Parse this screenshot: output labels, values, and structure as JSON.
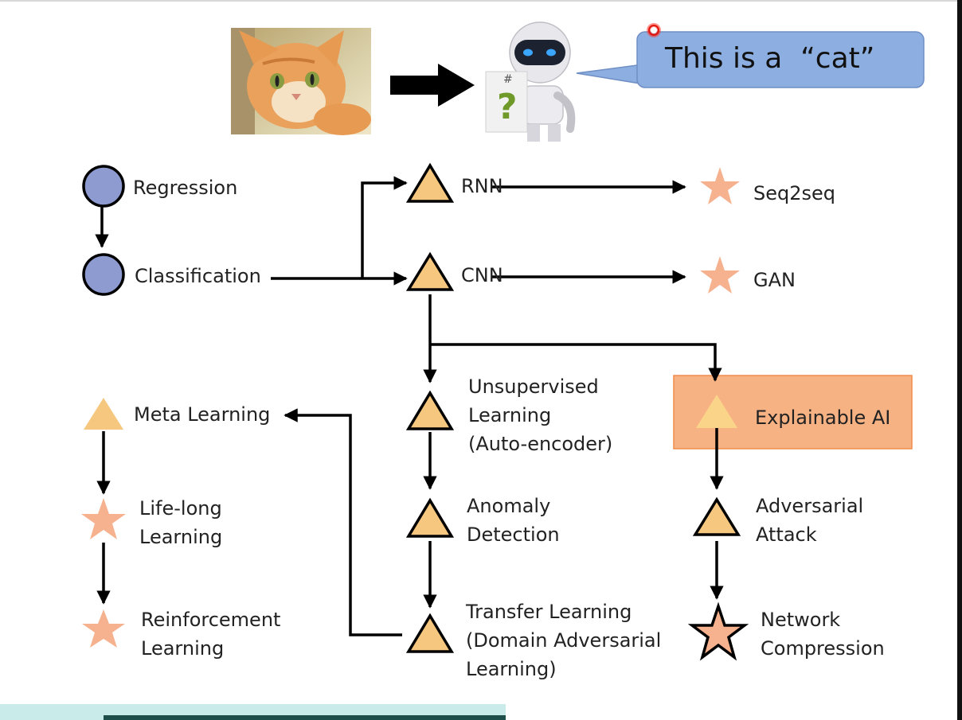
{
  "speech_bubble": {
    "text": "This is a  “cat”"
  },
  "robot": {
    "sign_symbol": "?",
    "sign_marker": "#"
  },
  "nodes": {
    "regression": "Regression",
    "classification": "Classification",
    "rnn": "RNN",
    "cnn": "CNN",
    "seq2seq": "Seq2seq",
    "gan": "GAN",
    "unsupervised": [
      "Unsupervised",
      "Learning",
      "(Auto-encoder)"
    ],
    "explainable_ai": "Explainable AI",
    "meta_learning": "Meta Learning",
    "lifelong": [
      "Life-long",
      "Learning"
    ],
    "reinforcement": [
      "Reinforcement",
      "Learning"
    ],
    "anomaly": [
      "Anomaly",
      "Detection"
    ],
    "adversarial": [
      "Adversarial",
      "Attack"
    ],
    "transfer": [
      "Transfer Learning",
      "(Domain Adversarial",
      "Learning)"
    ],
    "network_compression": [
      "Network",
      "Compression"
    ]
  },
  "colors": {
    "circle_fill": "#8e9bd1",
    "triangle_fill": "#f6c77e",
    "star_fill": "#f6b18e",
    "highlight_fill": "#f7b284",
    "bubble_fill": "#8daee0"
  }
}
